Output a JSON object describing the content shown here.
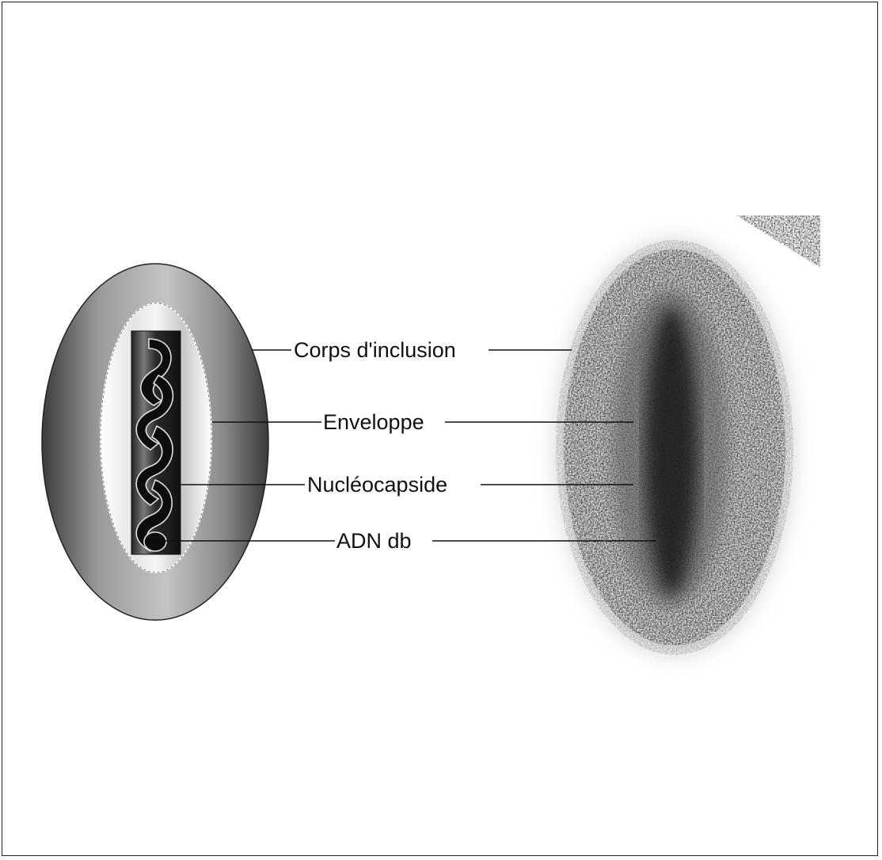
{
  "diagram": {
    "labels": {
      "inclusion_body": "Corps d'inclusion",
      "envelope": "Enveloppe",
      "nucleocapsid": "Nucléocapside",
      "dna": "ADN db"
    }
  }
}
